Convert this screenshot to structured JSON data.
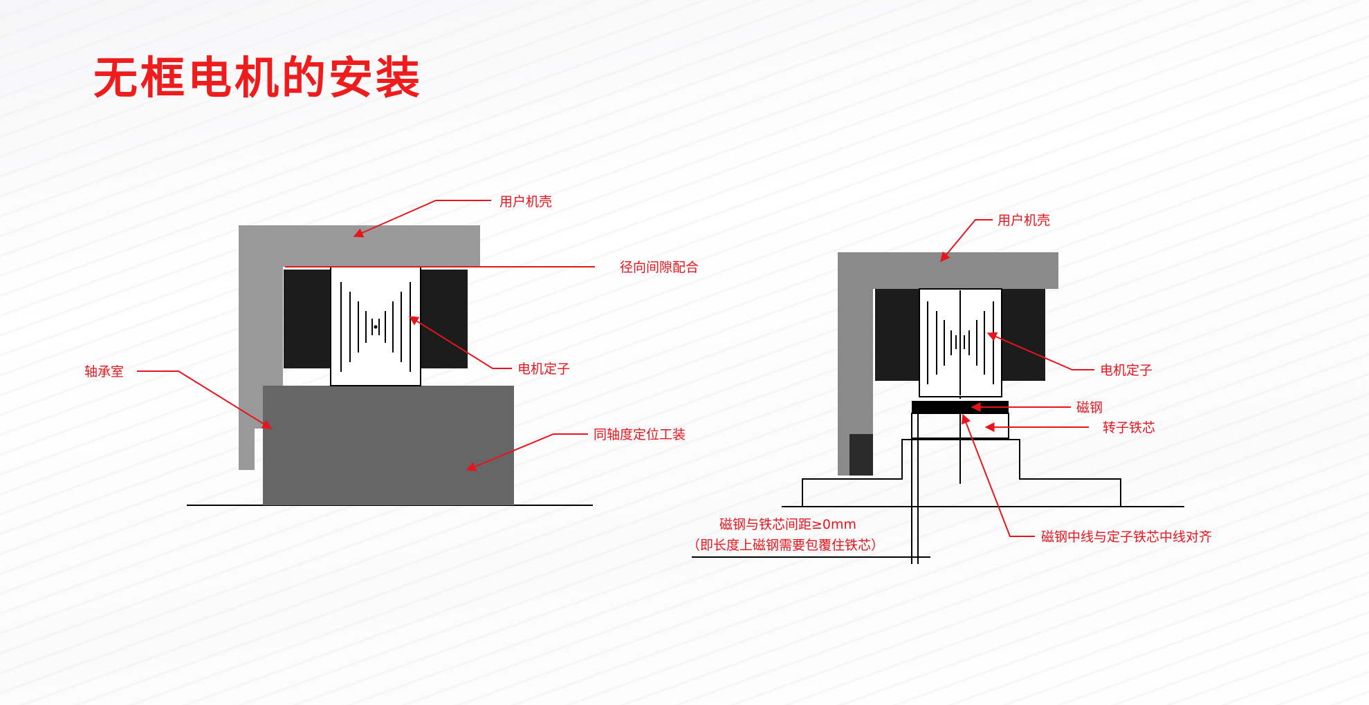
{
  "title": "无框电机的安装",
  "colors": {
    "title": "#ee1c1c",
    "label": "#e8141c",
    "leader": "#e8141c",
    "housing": "#8a8a8a",
    "housing_light": "#999999",
    "winding": "#1c1c1c",
    "fixture": "#666666",
    "magnet": "#000000",
    "outline": "#000000"
  },
  "left_diagram": {
    "labels": {
      "housing": "用户机壳",
      "radial_fit": "径向间隙配合",
      "stator": "电机定子",
      "bearing": "轴承室",
      "fixture": "同轴度定位工装"
    }
  },
  "right_diagram": {
    "labels": {
      "housing": "用户机壳",
      "stator": "电机定子",
      "magnet": "磁钢",
      "rotor_core": "转子铁芯",
      "gap_line1": "磁钢与铁芯间距≥0mm",
      "gap_line2": "（即长度上磁钢需要包覆住铁芯）",
      "centerline": "磁钢中线与定子铁芯中线对齐"
    }
  }
}
